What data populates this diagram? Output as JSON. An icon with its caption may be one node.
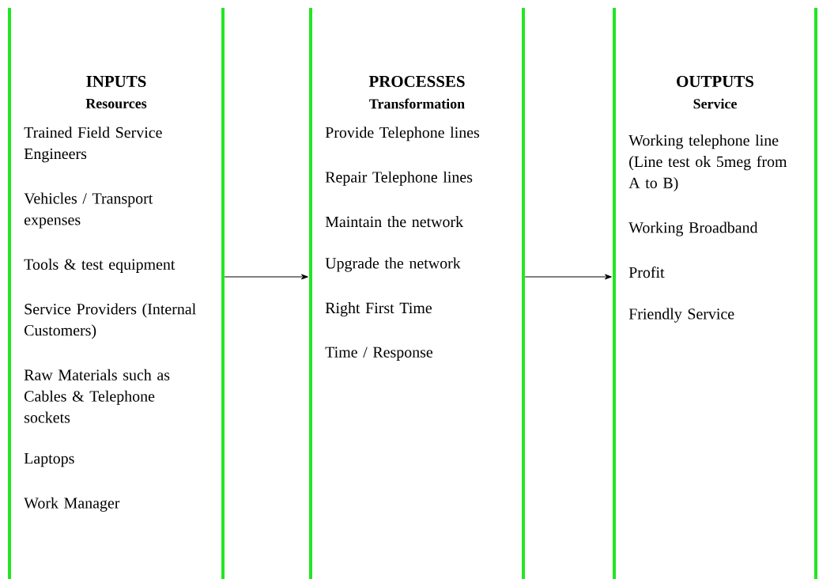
{
  "diagram": {
    "nodes": [
      {
        "text": [
          "INPUTS",
          "Resources",
          "Trained Field Service Engineers",
          "Vehicles / Transport expenses",
          "Tools & test equipment",
          "Service Providers (Internal Customers)",
          "Raw Materials such as Cables & Telephone sockets",
          "Laptops",
          "Work Manager"
        ]
      },
      {
        "text": [
          "PROCESSES",
          "Transformation",
          "Provide Telephone lines",
          "Repair Telephone lines",
          "Maintain the network",
          "Upgrade the network",
          "Right First Time",
          "Time / Response"
        ]
      },
      {
        "text": [
          "OUTPUTS",
          "Service",
          "Working telephone line (Line test ok 5meg from A to B)",
          "Working Broadband",
          "Profit",
          "Friendly Service"
        ]
      }
    ],
    "edges": [
      {
        "from": 0,
        "to": 1,
        "arrow": "to"
      },
      {
        "from": 1,
        "to": 2,
        "arrow": "to"
      }
    ]
  }
}
